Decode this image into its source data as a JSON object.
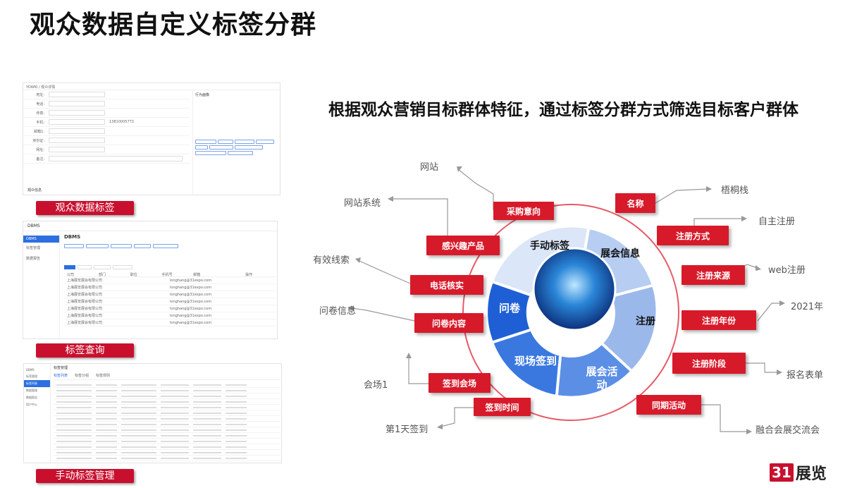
{
  "title": "观众数据自定义标签分群",
  "subtitle": "根据观众营销目标群体特征，通过标签分群方式筛选目标客户群体",
  "captions": {
    "shot1": "观众数据标签",
    "shot2": "标签查询",
    "shot3": "手动标签管理"
  },
  "shot1": {
    "breadcrumb": "观众详情",
    "fields": [
      "地址:",
      "电话:",
      "传真:",
      "手机:",
      "邮箱1:",
      "身份证:",
      "网址:",
      "备注:"
    ],
    "phone": "13810005773",
    "footer": "观众信息",
    "right_title": "行为画像"
  },
  "shot2": {
    "app": "DBMS",
    "heading": "DBMS",
    "menu": [
      "DBMS",
      "标签管理",
      "数据报告"
    ],
    "cols": [
      "公司",
      "部门",
      "职位",
      "手机号",
      "邮箱",
      "操作"
    ],
    "company": "上海展览展会有限公司",
    "email": "longhang@31expo.com"
  },
  "shot3": {
    "heading": "标签管理",
    "tabs": [
      "标签列表",
      "标签分组",
      "标签规则"
    ],
    "menu": [
      "DBMS",
      "标签管理",
      "标签列表",
      "数据管理",
      "数据报告",
      "用户中心"
    ]
  },
  "ring": {
    "left": "问卷",
    "bottom_left": "现场签到",
    "bottom": "展会活动",
    "right": "注册",
    "top_right": "展会信息",
    "top_left": "手动标签"
  },
  "labels": [
    "采购意向",
    "名称",
    "感兴趣产品",
    "注册方式",
    "注册来源",
    "电话核实",
    "注册年份",
    "问卷内容",
    "注册阶段",
    "签到会场",
    "同期活动",
    "签到时间"
  ],
  "leaves": [
    "网站",
    "梧桐栈",
    "网站系统",
    "自主注册",
    "有效线索",
    "web注册",
    "问卷信息",
    "2021年",
    "报名表单",
    "会场1",
    "第1天签到",
    "融合会展交流会"
  ],
  "logo": {
    "mark": "31",
    "text": "展览"
  },
  "colors": {
    "accent": "#d71a2a",
    "blue": "#1f5fd6",
    "lightblue": "#9ab8ea"
  }
}
